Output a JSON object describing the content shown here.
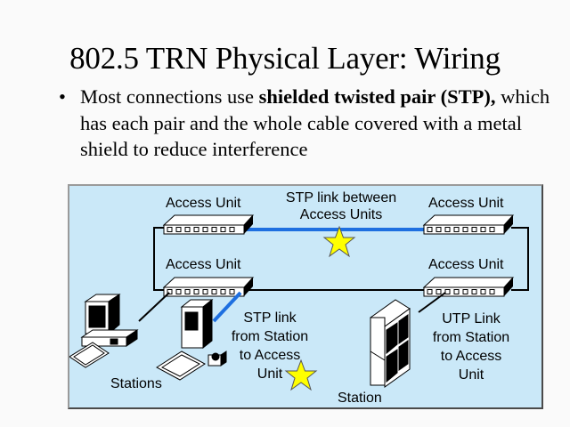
{
  "slide": {
    "title": "802.5 TRN Physical Layer: Wiring",
    "bullet": {
      "symbol": "•",
      "text_before": "Most connections use ",
      "bold": "shielded twisted pair (STP),",
      "text_after": " which has each pair and the whole cable covered with a metal shield to reduce interference"
    }
  },
  "diagram": {
    "colors": {
      "background": "#cae8f8",
      "stp_link": "#1e6fe0",
      "utp_link": "#000000",
      "star": "#ffff00"
    },
    "labels": {
      "access_unit_top_left": "Access Unit",
      "access_unit_top_right": "Access Unit",
      "access_unit_bottom_left": "Access Unit",
      "access_unit_bottom_right": "Access Unit",
      "stp_between_line1": "STP link between",
      "stp_between_line2": "Access Units",
      "stp_station_line1": "STP link",
      "stp_station_line2": "from Station",
      "stp_station_line3": "to Access",
      "stp_station_line4": "Unit",
      "utp_station_line1": "UTP Link",
      "utp_station_line2": "from Station",
      "utp_station_line3": "to Access",
      "utp_station_line4": "Unit",
      "stations": "Stations",
      "station": "Station"
    },
    "nodes": [
      {
        "id": "au-top-left",
        "type": "access-unit"
      },
      {
        "id": "au-top-right",
        "type": "access-unit"
      },
      {
        "id": "au-bottom-left",
        "type": "access-unit"
      },
      {
        "id": "au-bottom-right",
        "type": "access-unit"
      },
      {
        "id": "station-desktop",
        "type": "computer"
      },
      {
        "id": "station-tower",
        "type": "computer"
      },
      {
        "id": "station-cabinet",
        "type": "server"
      }
    ],
    "links": [
      {
        "from": "au-top-left",
        "to": "au-top-right",
        "type": "STP"
      },
      {
        "from": "au-top-left",
        "to": "au-bottom-left",
        "type": "ring"
      },
      {
        "from": "au-top-right",
        "to": "au-bottom-right",
        "type": "ring"
      },
      {
        "from": "au-bottom-left",
        "to": "au-bottom-right",
        "type": "ring"
      },
      {
        "from": "station-desktop",
        "to": "au-bottom-left",
        "type": "UTP"
      },
      {
        "from": "station-tower",
        "to": "au-bottom-left",
        "type": "STP"
      },
      {
        "from": "station-cabinet",
        "to": "au-bottom-right",
        "type": "UTP"
      }
    ],
    "highlights": [
      "star-stp-between",
      "star-stp-station"
    ]
  }
}
